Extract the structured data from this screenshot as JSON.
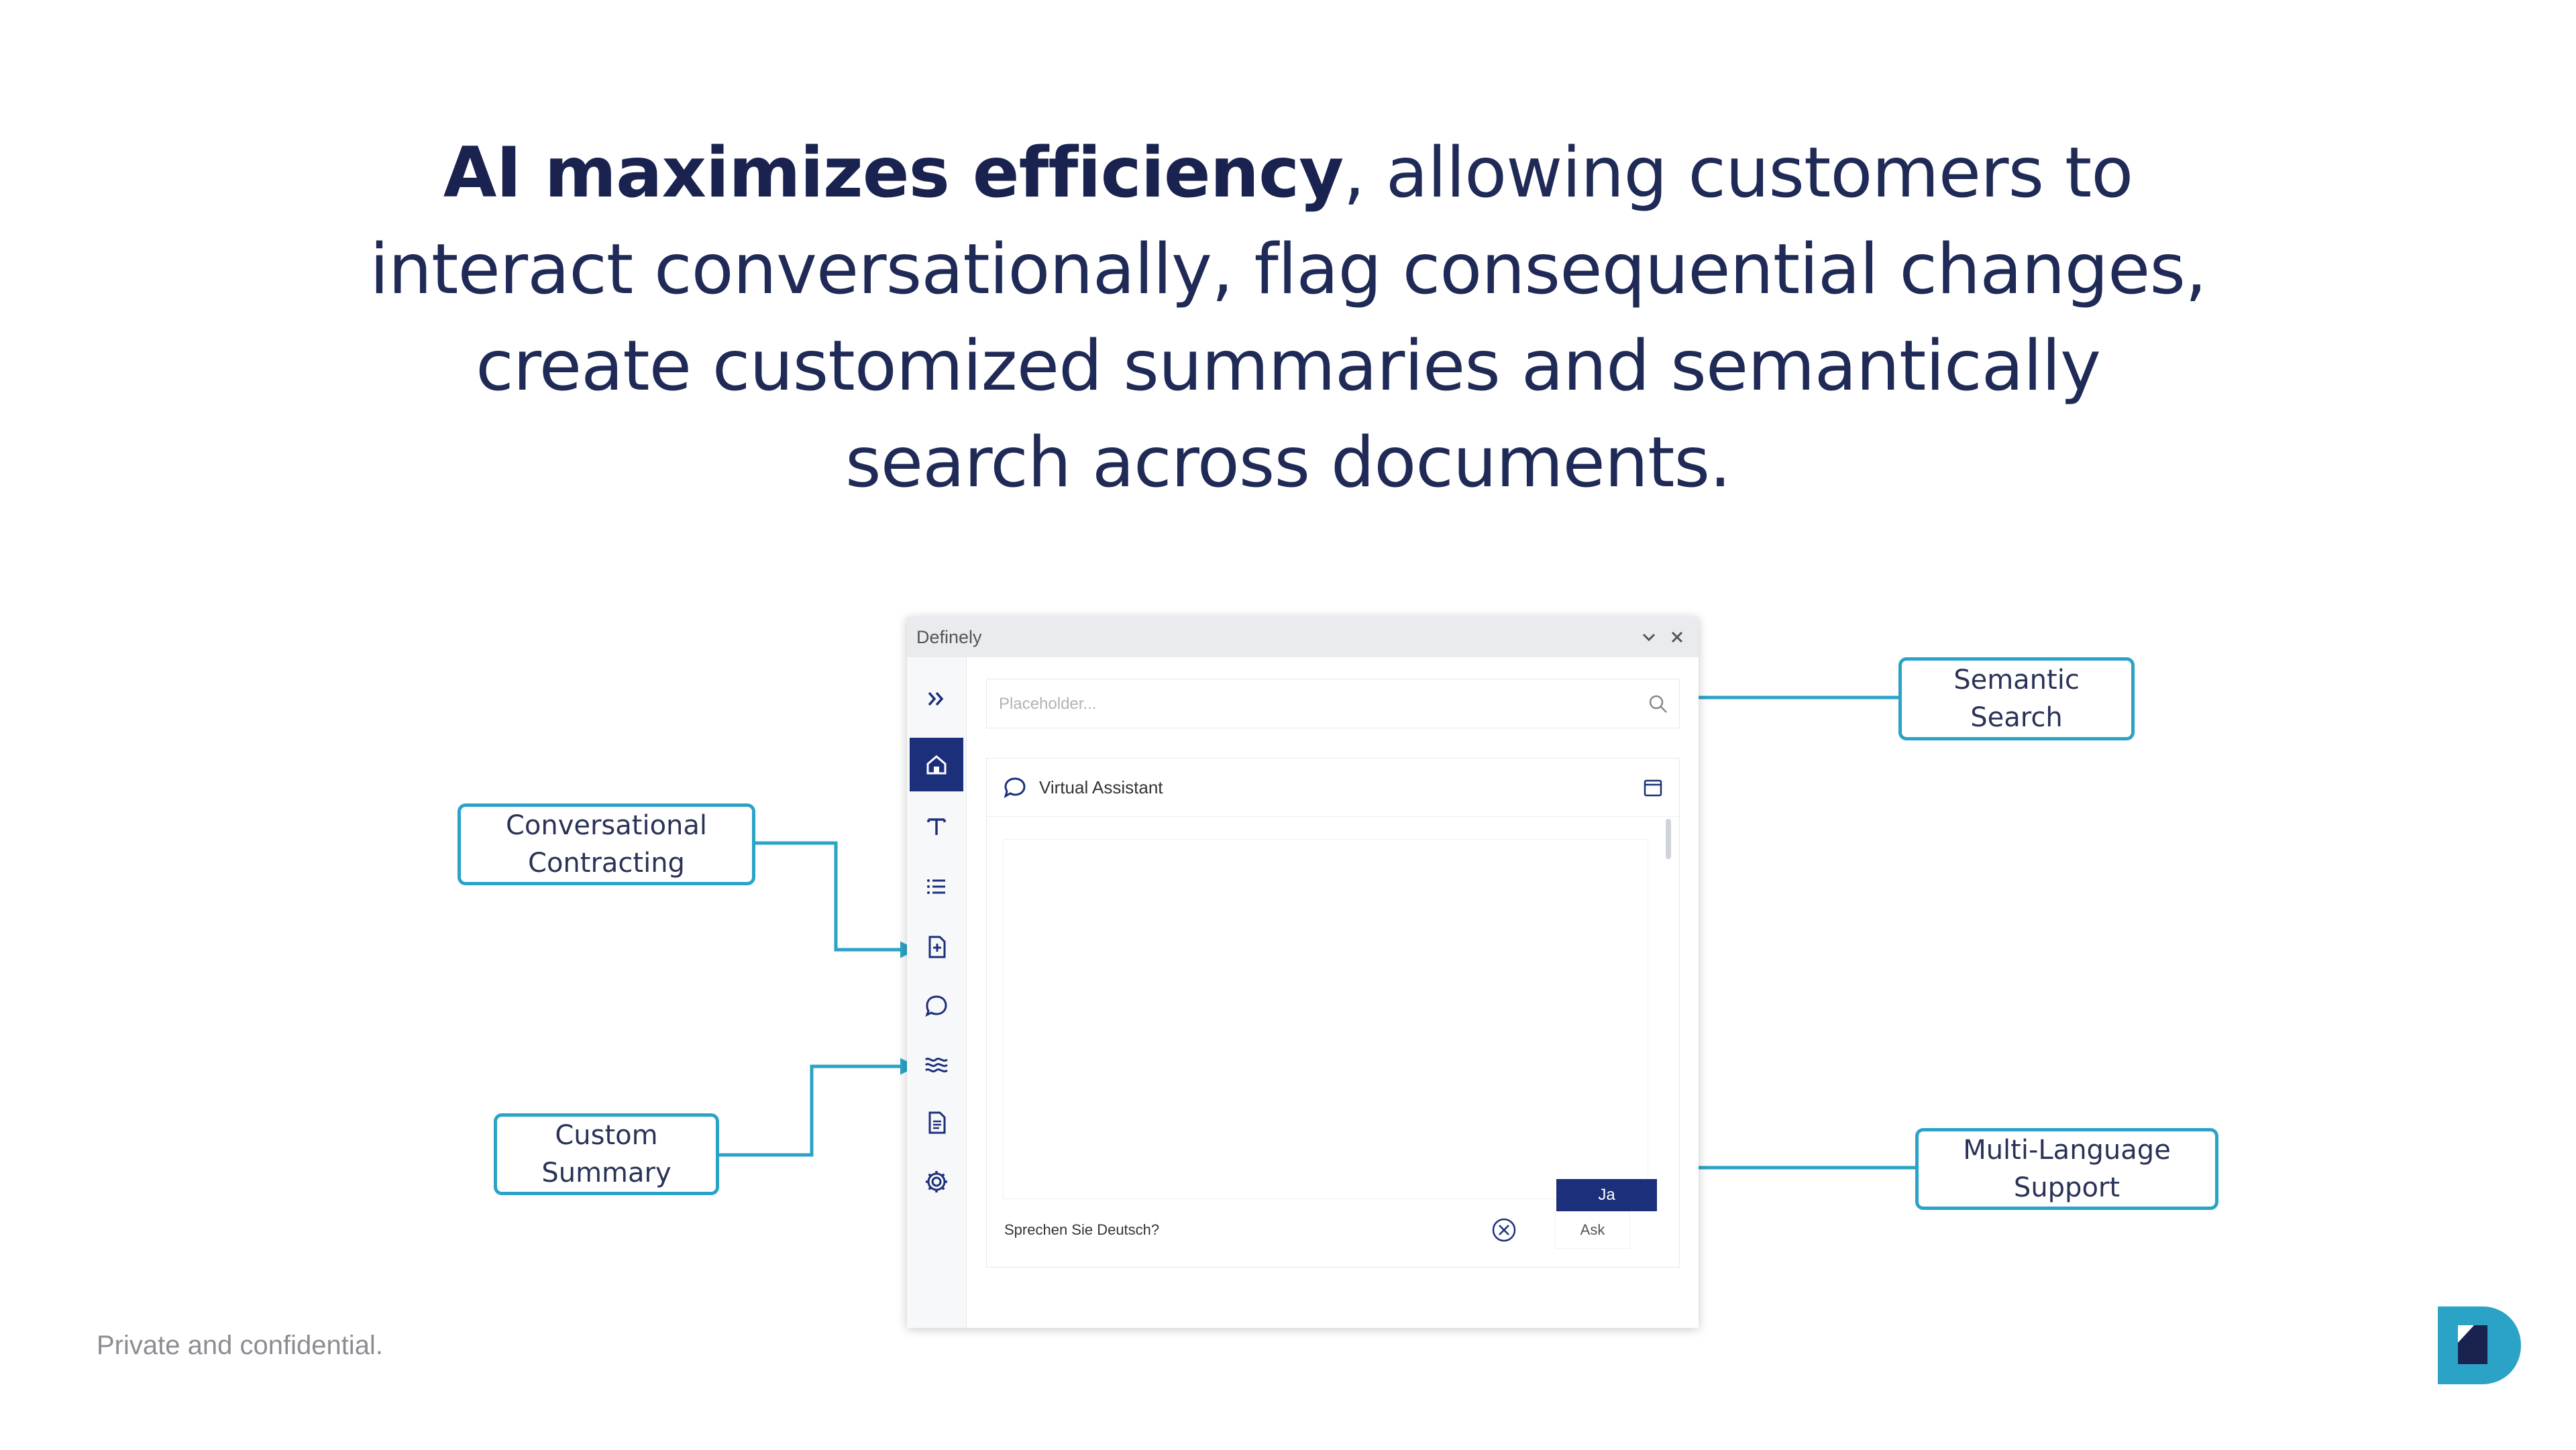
{
  "headline": {
    "bold": "AI maximizes efficiency",
    "rest": ", allowing customers to interact conversationally, flag consequential changes, create customized summaries and semantically search across documents."
  },
  "app": {
    "title": "Definely",
    "search": {
      "placeholder": "Placeholder..."
    },
    "sidebar": {
      "items": [
        {
          "icon": "expand-icon"
        },
        {
          "icon": "home-icon",
          "active": true
        },
        {
          "icon": "text-icon"
        },
        {
          "icon": "list-icon"
        },
        {
          "icon": "add-document-icon"
        },
        {
          "icon": "chat-icon"
        },
        {
          "icon": "waves-icon"
        },
        {
          "icon": "document-icon"
        },
        {
          "icon": "settings-icon"
        }
      ]
    },
    "assistant": {
      "title": "Virtual Assistant",
      "reply_button": "Ja",
      "input_value": "Sprechen Sie Deutsch?",
      "ask_label": "Ask"
    }
  },
  "callouts": {
    "semantic_search": "Semantic\nSearch",
    "conversational": "Conversational\nContracting",
    "custom_summary": "Custom\nSummary",
    "multi_language": "Multi-Language\nSupport"
  },
  "footer": "Private and confidential.",
  "colors": {
    "accent": "#2aa3c7",
    "navy": "#1c2f7a",
    "text": "#1f2a56"
  }
}
